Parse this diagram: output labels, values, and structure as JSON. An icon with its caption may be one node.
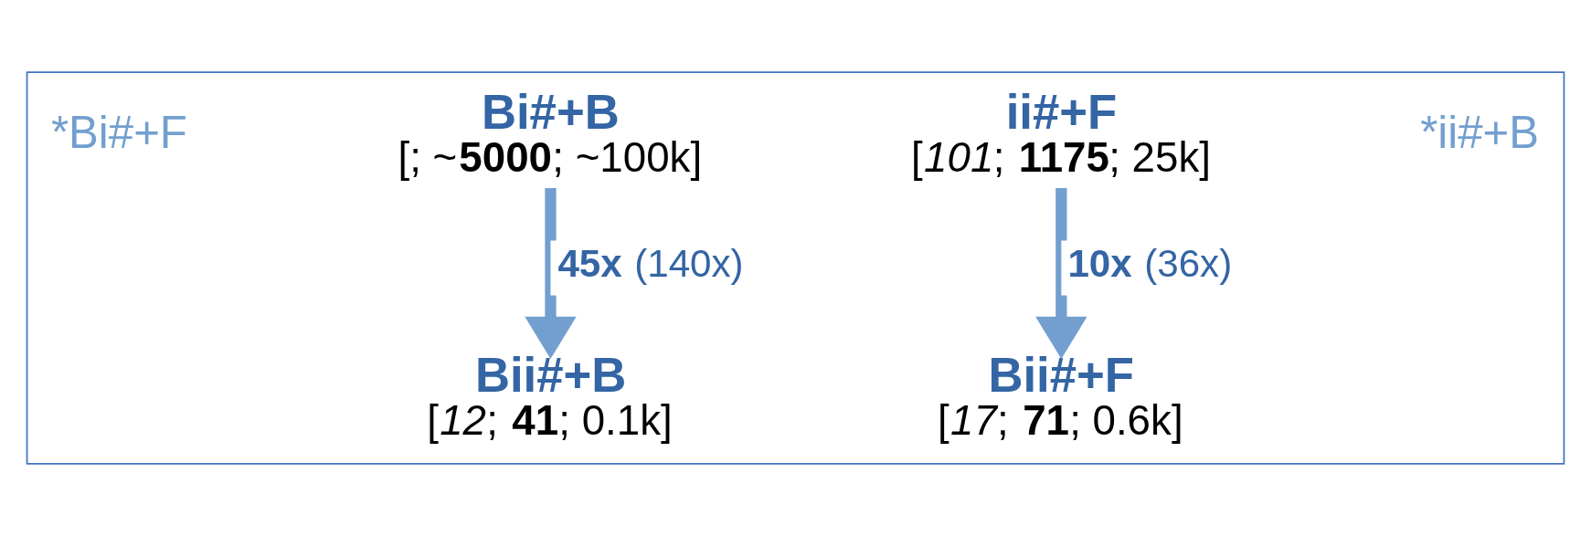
{
  "diagram": {
    "nodes": [
      {
        "text": [],
        "shape": "box"
      },
      {
        "text": [
          "Bi#+B",
          "[; ~**5000**; ~100k]"
        ],
        "in": 0
      },
      {
        "text": [
          "ii#+F",
          "[*101*; **1175**; 25k]"
        ],
        "in": 0
      },
      {
        "text": [
          "Bii#+B",
          "[*12*; **41**; 0.1k]"
        ],
        "in": 0
      },
      {
        "text": [
          "Bii#+F",
          "[*17*; **71**; 0.6k]"
        ],
        "in": 0
      }
    ],
    "edges": [
      {
        "from": 1,
        "to": 3,
        "arrow": "to",
        "label": "**45x** (140x)"
      },
      {
        "from": 2,
        "to": 4,
        "arrow": "to",
        "label": "**10x** (36x)"
      }
    ],
    "labels": [
      "*Bi#+F",
      "*ii#+B"
    ]
  }
}
